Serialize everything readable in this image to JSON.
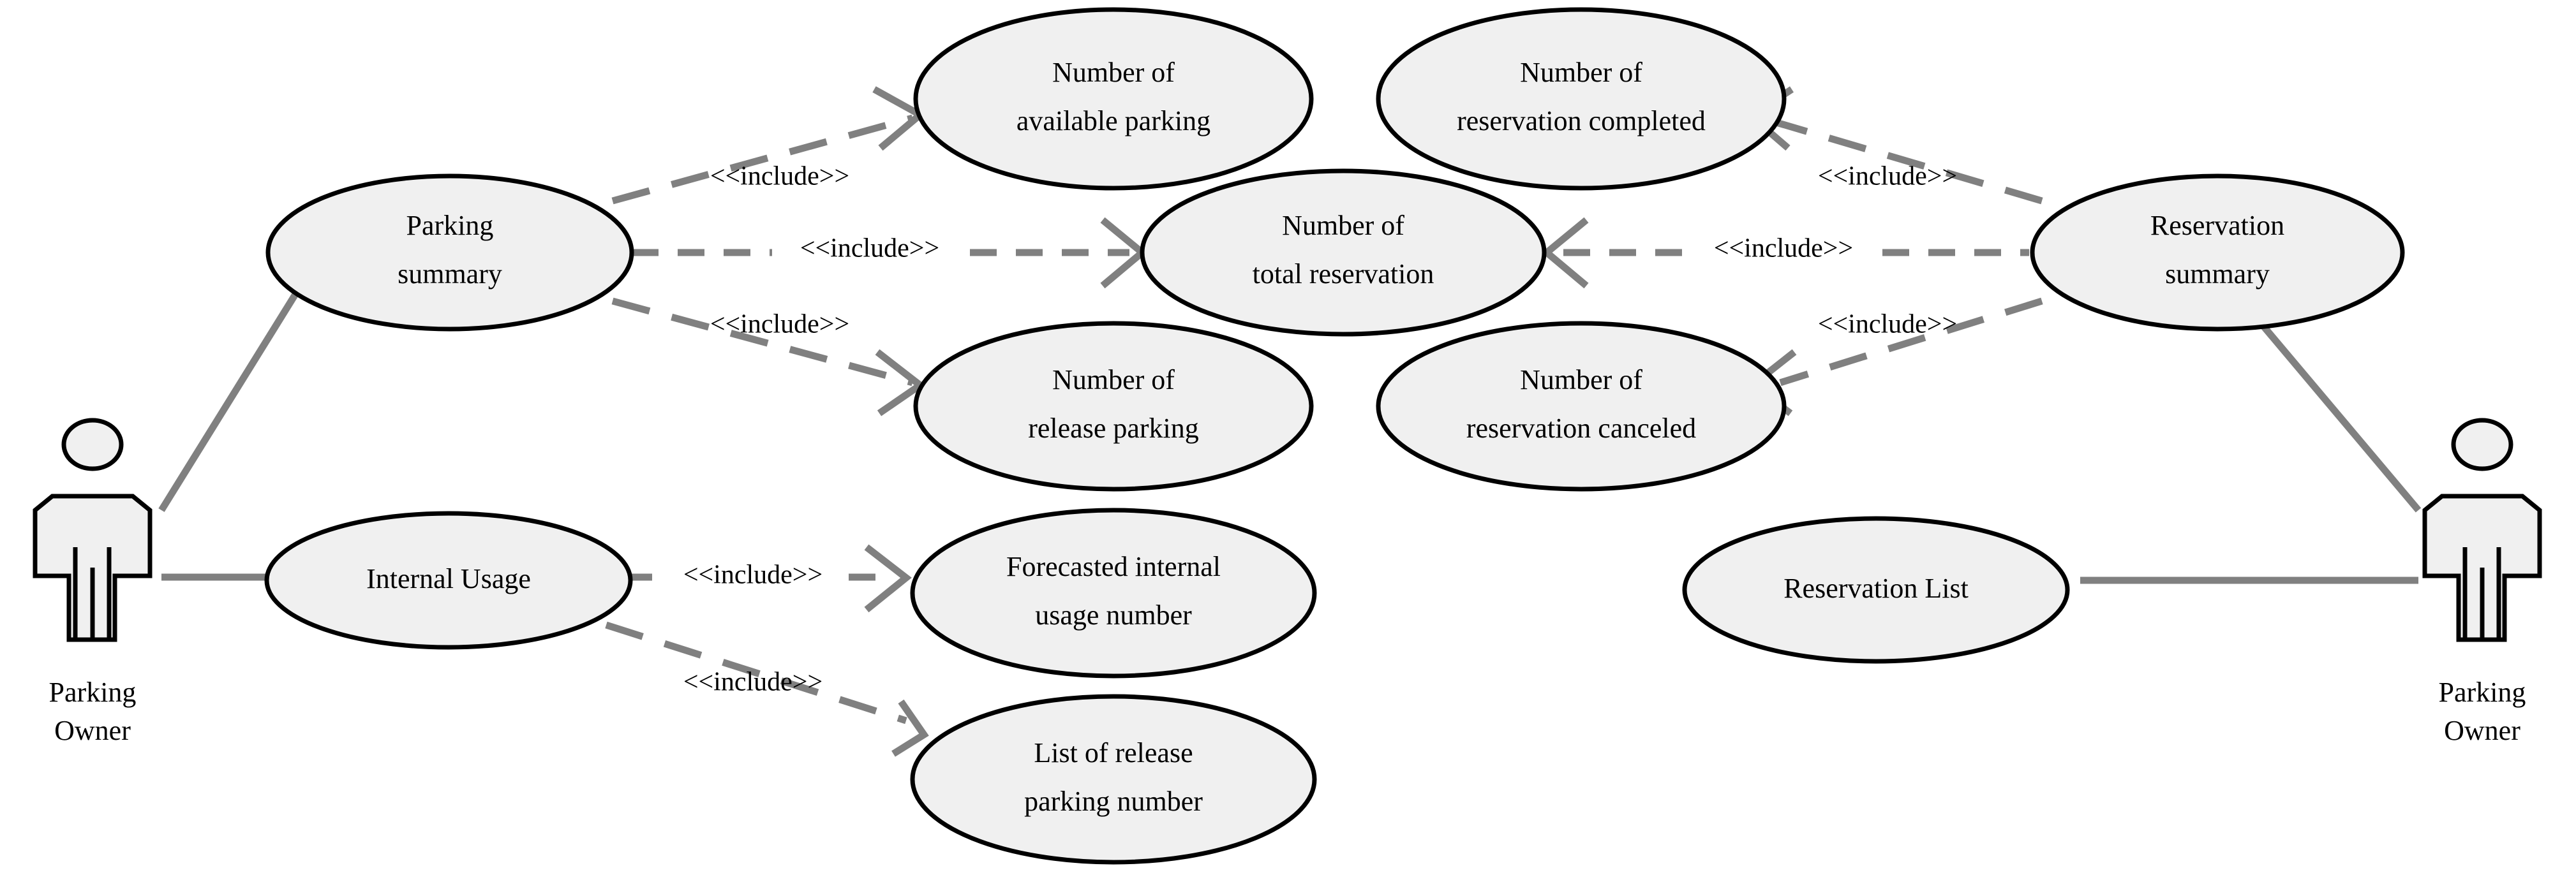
{
  "diagram": {
    "title": "Parking / Reservation Summary Use Case Diagram",
    "type": "uml-use-case",
    "colors": {
      "ellipse_fill": "#f0f0f0",
      "ellipse_stroke": "#000000",
      "connector": "#808080",
      "background": "#ffffff",
      "text": "#000000"
    }
  },
  "actors": [
    {
      "id": "actor-left",
      "name": "parking-owner-left",
      "label_line1": "Parking",
      "label_line2": "Owner"
    },
    {
      "id": "actor-right",
      "name": "parking-owner-right",
      "label_line1": "Parking",
      "label_line2": "Owner"
    }
  ],
  "use_cases": [
    {
      "id": "uc-parking-summary",
      "line1": "Parking",
      "line2": "summary"
    },
    {
      "id": "uc-available-parking",
      "line1": "Number of",
      "line2": "available parking"
    },
    {
      "id": "uc-reservation-completed",
      "line1": "Number of",
      "line2": "reservation completed"
    },
    {
      "id": "uc-total-reservation",
      "line1": "Number of",
      "line2": "total reservation"
    },
    {
      "id": "uc-release-parking",
      "line1": "Number of",
      "line2": "release parking"
    },
    {
      "id": "uc-reservation-canceled",
      "line1": "Number of",
      "line2": "reservation canceled"
    },
    {
      "id": "uc-reservation-summary",
      "line1": "Reservation",
      "line2": "summary"
    },
    {
      "id": "uc-internal-usage",
      "line1": "Internal Usage",
      "line2": ""
    },
    {
      "id": "uc-forecasted-internal",
      "line1": "Forecasted internal",
      "line2": "usage number"
    },
    {
      "id": "uc-list-release-parking",
      "line1": "List of release",
      "line2": "parking number"
    },
    {
      "id": "uc-reservation-list",
      "line1": "Reservation List",
      "line2": ""
    }
  ],
  "stereotypes": {
    "include": "<<include>>"
  },
  "include_labels": [
    {
      "id": "inc-ps-avail",
      "text": "<<include>>"
    },
    {
      "id": "inc-ps-total",
      "text": "<<include>>"
    },
    {
      "id": "inc-ps-rel",
      "text": "<<include>>"
    },
    {
      "id": "inc-rs-comp",
      "text": "<<include>>"
    },
    {
      "id": "inc-rs-total",
      "text": "<<include>>"
    },
    {
      "id": "inc-rs-canc",
      "text": "<<include>>"
    },
    {
      "id": "inc-iu-fore",
      "text": "<<include>>"
    },
    {
      "id": "inc-iu-list",
      "text": "<<include>>"
    }
  ],
  "relationships": [
    {
      "from": "actor-left",
      "to": "uc-parking-summary",
      "kind": "association"
    },
    {
      "from": "actor-left",
      "to": "uc-internal-usage",
      "kind": "association"
    },
    {
      "from": "uc-parking-summary",
      "to": "uc-available-parking",
      "kind": "include"
    },
    {
      "from": "uc-parking-summary",
      "to": "uc-total-reservation",
      "kind": "include"
    },
    {
      "from": "uc-parking-summary",
      "to": "uc-release-parking",
      "kind": "include"
    },
    {
      "from": "uc-reservation-summary",
      "to": "uc-reservation-completed",
      "kind": "include"
    },
    {
      "from": "uc-reservation-summary",
      "to": "uc-total-reservation",
      "kind": "include"
    },
    {
      "from": "uc-reservation-summary",
      "to": "uc-reservation-canceled",
      "kind": "include"
    },
    {
      "from": "uc-internal-usage",
      "to": "uc-forecasted-internal",
      "kind": "include"
    },
    {
      "from": "uc-internal-usage",
      "to": "uc-list-release-parking",
      "kind": "include"
    },
    {
      "from": "actor-right",
      "to": "uc-reservation-summary",
      "kind": "association"
    },
    {
      "from": "actor-right",
      "to": "uc-reservation-list",
      "kind": "association"
    }
  ]
}
